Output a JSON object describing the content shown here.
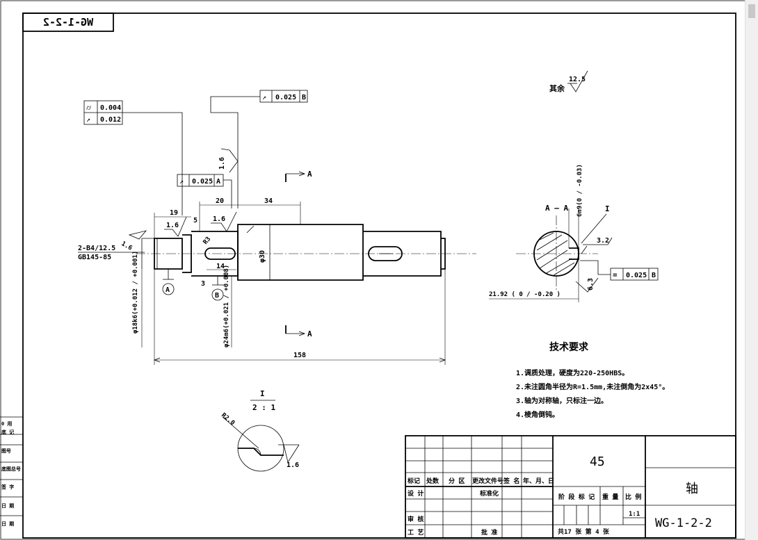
{
  "drawing": {
    "mirrored_code": "WG-1-2-2",
    "roughness_rest": {
      "label": "其余",
      "value": "12.5"
    },
    "fcf_top_left": [
      {
        "symbol": "⌭",
        "value": "0.004"
      },
      {
        "symbol": "↗",
        "value": "0.012"
      }
    ],
    "fcf_top": {
      "symbol": "↗",
      "value": "0.025",
      "datum": "B"
    },
    "fcf_mid": {
      "symbol": "↗",
      "value": "0.025",
      "datum": "A"
    },
    "fcf_section": {
      "symbol": "=",
      "value": "0.025",
      "datum": "B"
    },
    "roughness_vals": {
      "r1": "1.6",
      "r2": "1.6",
      "r3": "1.6",
      "r4": "1.6",
      "r5": "3.2",
      "r6": "6.3",
      "r7": "1.6"
    },
    "dims": {
      "d19": "19",
      "d20": "20",
      "d34": "34",
      "d5": "5",
      "d14": "14",
      "d3": "3",
      "d158": "158",
      "r3": "R3",
      "phi30": "φ30",
      "phi18": "φ18k6(+0.012 / +0.001)",
      "phi24": "φ24m6(+0.021 / +0.008)",
      "cd_label": "2-B4/12.5",
      "gb_label": "GB145-85",
      "key_depth": "21.92 ( 0 / -0.20 )",
      "key_width": "6n9(0 / -0.03)",
      "r2": "R2.0"
    },
    "datum_a": "A",
    "datum_b": "B",
    "section_label": "A — A",
    "section_mark": "A",
    "detail_i": "I",
    "detail_scale": {
      "label": "I",
      "scale": "2 : 1"
    }
  },
  "tech_requirements": {
    "title": "技术要求",
    "items": [
      "1.调质处理，硬度为220-250HBS。",
      "2.未注圆角半径为R=1.5mm,未注倒角为2x45°。",
      "3.轴为对称轴，只标注一边。",
      "4.棱角倒钝。"
    ]
  },
  "title_block": {
    "material": "45",
    "part_name": "轴",
    "drawing_no": "WG-1-2-2",
    "headers": [
      "标记",
      "处数",
      "分 区",
      "更改文件号",
      "签 名",
      "年、月、日"
    ],
    "design": "设 计",
    "standard": "标准化",
    "stage": "阶 段 标 记",
    "weight": "重 量",
    "ratio": "比 例",
    "scale": "1:1",
    "review": "审 核",
    "process": "工 艺",
    "approve": "批 准",
    "sheets": "共17  张    第  4 张"
  },
  "left_margin": [
    "0 用",
    "底  记",
    "图号",
    "底图总号",
    "签  字",
    "日  期",
    "日  期"
  ]
}
